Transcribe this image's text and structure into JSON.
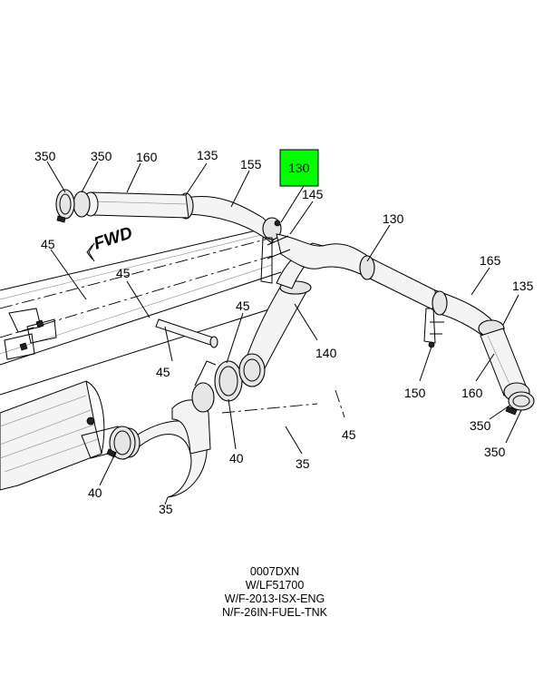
{
  "diagram": {
    "direction_label": "FWD",
    "highlight_color": "#00ff00",
    "callouts": [
      {
        "id": "c-350-a",
        "text": "350"
      },
      {
        "id": "c-350-b",
        "text": "350"
      },
      {
        "id": "c-160-a",
        "text": "160"
      },
      {
        "id": "c-135-a",
        "text": "135"
      },
      {
        "id": "c-155",
        "text": "155"
      },
      {
        "id": "c-130-hl",
        "text": "130"
      },
      {
        "id": "c-145",
        "text": "145"
      },
      {
        "id": "c-130-b",
        "text": "130"
      },
      {
        "id": "c-165",
        "text": "165"
      },
      {
        "id": "c-135-b",
        "text": "135"
      },
      {
        "id": "c-45-a",
        "text": "45"
      },
      {
        "id": "c-45-b",
        "text": "45"
      },
      {
        "id": "c-45-c",
        "text": "45"
      },
      {
        "id": "c-45-d",
        "text": "45"
      },
      {
        "id": "c-45-e",
        "text": "45"
      },
      {
        "id": "c-140",
        "text": "140"
      },
      {
        "id": "c-150",
        "text": "150"
      },
      {
        "id": "c-160-b",
        "text": "160"
      },
      {
        "id": "c-350-c",
        "text": "350"
      },
      {
        "id": "c-350-d",
        "text": "350"
      },
      {
        "id": "c-40-a",
        "text": "40"
      },
      {
        "id": "c-40-b",
        "text": "40"
      },
      {
        "id": "c-35-a",
        "text": "35"
      },
      {
        "id": "c-35-b",
        "text": "35"
      }
    ],
    "notes": [
      "0007DXN",
      "W/LF51700",
      "W/F-2013-ISX-ENG",
      "N/F-26IN-FUEL-TNK"
    ]
  }
}
